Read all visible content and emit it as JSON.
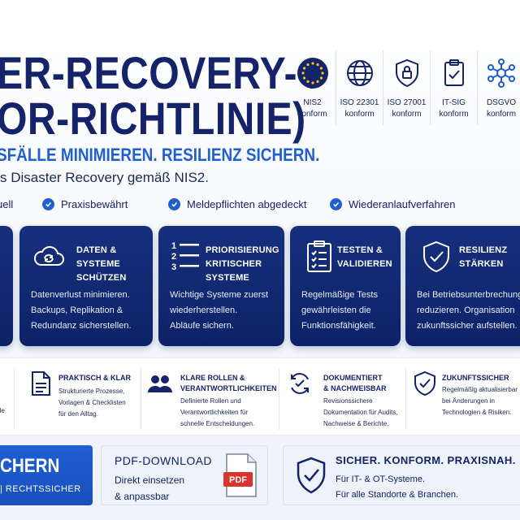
{
  "header": {
    "title_line1": "ER-RECOVERY-",
    "title_line2": "OR-RICHTLINIE)",
    "tagline": "SFÄLLE MINIMIEREN. RESILIENZ SICHERN.",
    "subtitle": "s Disaster Recovery gemäß NIS2."
  },
  "badges": [
    {
      "icon": "eu-stars-icon",
      "line1": "NIS2",
      "line2": "konform"
    },
    {
      "icon": "globe-icon",
      "line1": "ISO 22301",
      "line2": "konform"
    },
    {
      "icon": "shield-lock-icon",
      "line1": "ISO 27001",
      "line2": "konform"
    },
    {
      "icon": "clipboard-check-icon",
      "line1": "IT-SIG",
      "line2": "konform"
    },
    {
      "icon": "network-icon",
      "line1": "DSGVO",
      "line2": "konform"
    }
  ],
  "checks": [
    "uell",
    "Praxisbewährt",
    "Meldepflichten abgedeckt",
    "Wiederanlaufverfahren"
  ],
  "cards": [
    {
      "icon": "cloud-sync-icon",
      "title1": "DATEN & SYSTEME",
      "title2": "SCHÜTZEN",
      "body": [
        "Datenverlust minimieren.",
        "Backups, Replikation &",
        "Redundanz sicherstellen."
      ]
    },
    {
      "icon": "numbered-list-icon",
      "title1": "PRIORISIERUNG",
      "title2": "KRITISCHER SYSTEME",
      "body": [
        "Wichtige Systeme zuerst",
        "wiederherstellen.",
        "Abläufe sichern."
      ]
    },
    {
      "icon": "checklist-icon",
      "title1": "TESTEN &",
      "title2": "VALIDIEREN",
      "body": [
        "Regelmäßige Tests",
        "gewährleisten die",
        "Funktionsfähigkeit."
      ]
    },
    {
      "icon": "shield-check-icon",
      "title1": "RESILIENZ",
      "title2": "STÄRKEN",
      "body": [
        "Bei Betriebsunterbrechungen",
        "reduzieren. Organisation",
        "zukunftssicher aufstellen."
      ]
    }
  ],
  "features": [
    {
      "icon": "partial",
      "title": [
        "",
        ""
      ],
      "body": [
        "lle"
      ]
    },
    {
      "icon": "document-icon",
      "title": [
        "PRAKTISCH & KLAR"
      ],
      "body": [
        "Strukturierte Prozesse,",
        "Vorlagen & Checklisten",
        "für den Alltag."
      ]
    },
    {
      "icon": "people-icon",
      "title": [
        "KLARE ROLLEN &",
        "VERANTWORTLICHKEITEN"
      ],
      "body": [
        "Definierte Rollen und",
        "Verantwortlichkeiten für",
        "schnelle Entscheidungen."
      ]
    },
    {
      "icon": "sync-check-icon",
      "title": [
        "DOKUMENTIERT",
        "& NACHWEISBAR"
      ],
      "body": [
        "Revisionssichere",
        "Dokumentation für Audits,",
        "Nachweise & Berichte."
      ]
    },
    {
      "icon": "shield-check-outline-icon",
      "title": [
        "ZUKUNFTSSICHER"
      ],
      "body": [
        "Regelmäßig aktualisierbar",
        "bei Änderungen in",
        "Technologien & Risiken."
      ]
    }
  ],
  "cta": {
    "line1": "CHERN",
    "line2": "| RECHTSSICHER"
  },
  "pdf": {
    "title": "PDF-DOWNLOAD",
    "line1": "Direkt einsetzen",
    "line2": "& anpassbar",
    "badge": "PDF"
  },
  "secure": {
    "title": "SICHER. KONFORM. PRAXISNAH.",
    "line1": "Für IT- & OT-Systeme.",
    "line2": "Für alle Standorte & Branchen."
  },
  "colors": {
    "navy": "#14236a",
    "accent": "#1f5fd1",
    "card": "#0d2266",
    "pdf_red": "#d9342b"
  }
}
